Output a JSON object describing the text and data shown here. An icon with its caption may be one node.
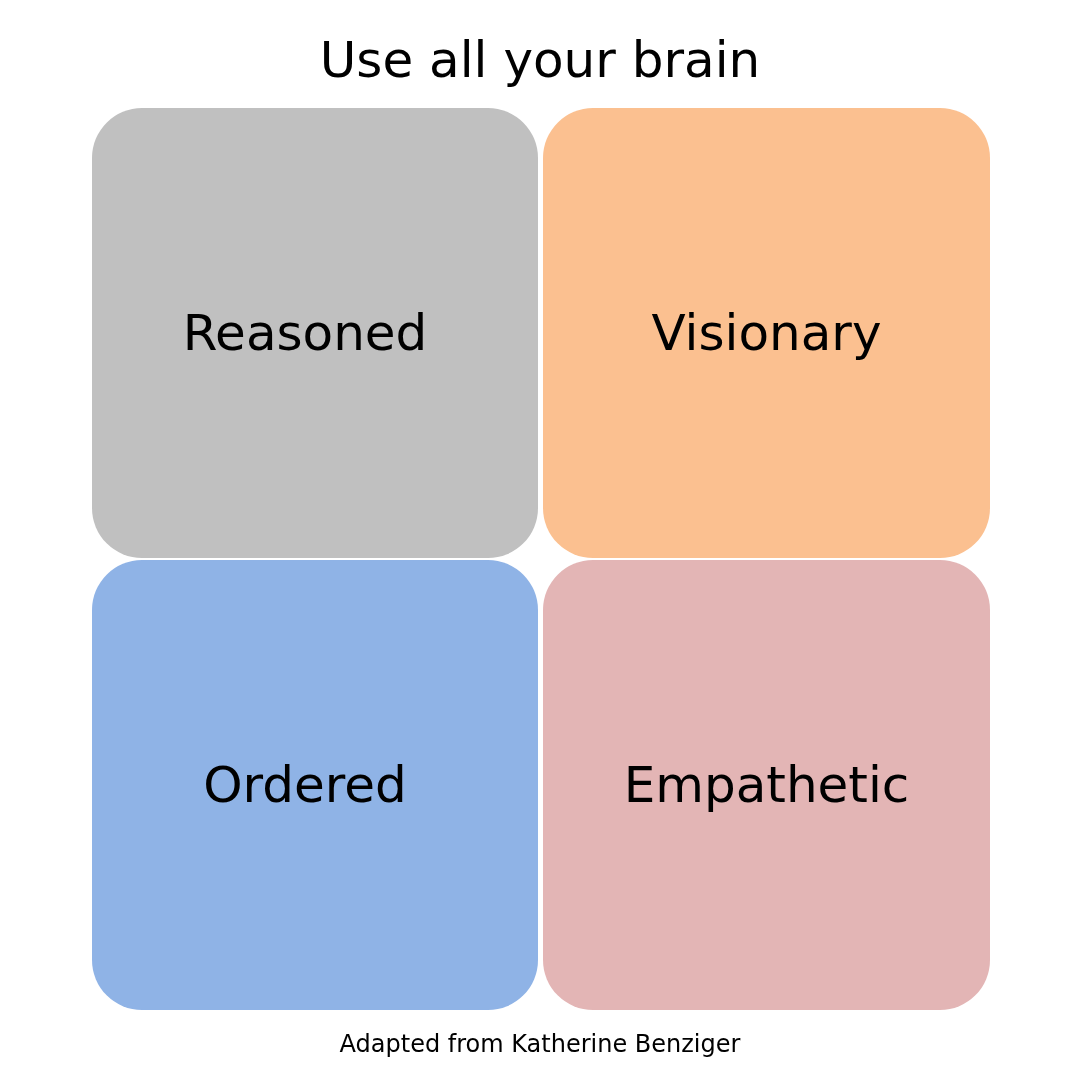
{
  "diagram": {
    "title": "Use all your brain",
    "caption": "Adapted from Katherine Benziger",
    "nodes": [
      {
        "text": [
          "Reasoned"
        ]
      },
      {
        "text": [
          "Visionary"
        ]
      },
      {
        "text": [
          "Ordered"
        ]
      },
      {
        "text": [
          "Empathetic"
        ]
      }
    ]
  }
}
